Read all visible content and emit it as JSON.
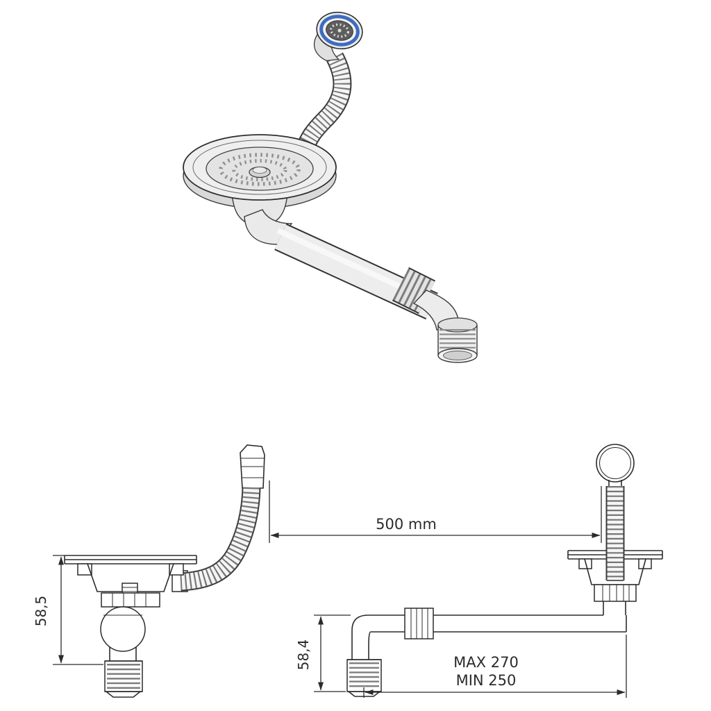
{
  "colors": {
    "background": "#ffffff",
    "line": "#2b2b2b",
    "fill_light": "#efefef",
    "fill_mid": "#d9d9d9",
    "accent_blue": "#3d6cc0"
  },
  "dimensions": {
    "hose_length": {
      "value": "500 mm"
    },
    "strainer_height": {
      "value": "58,5"
    },
    "pipe_height": {
      "value": "58,4"
    },
    "pipe_reach_max": {
      "value": "MAX 270"
    },
    "pipe_reach_min": {
      "value": "MIN 250"
    }
  }
}
